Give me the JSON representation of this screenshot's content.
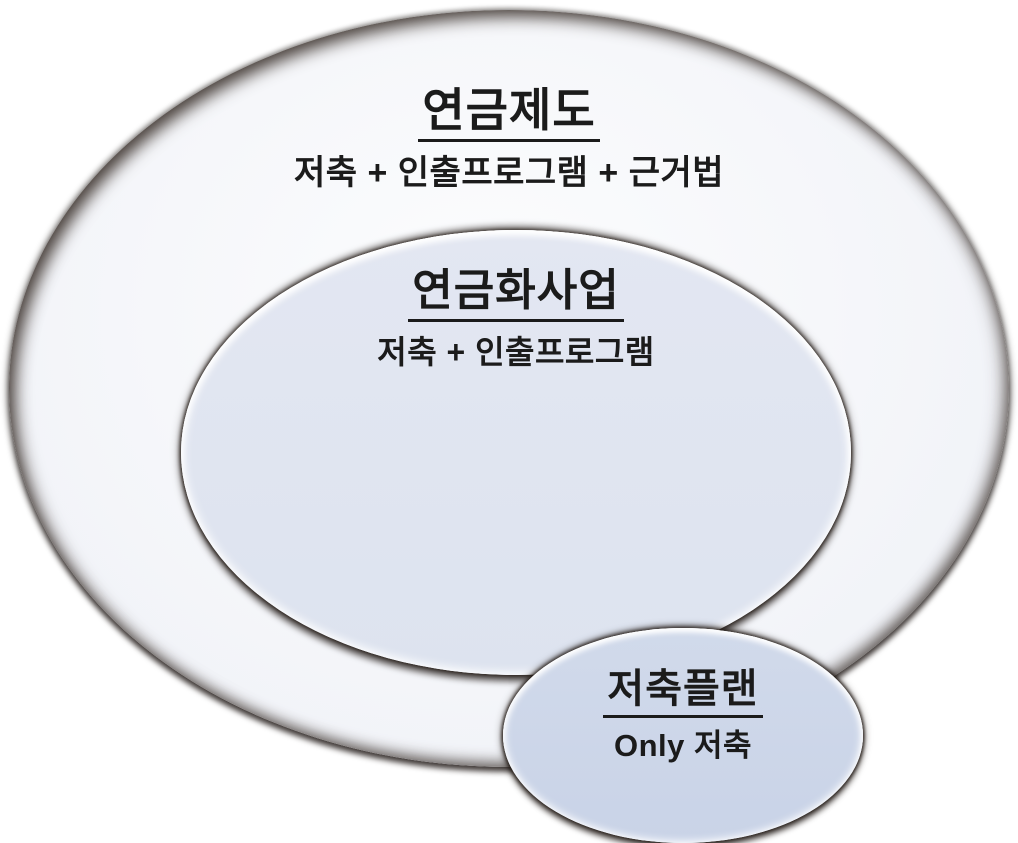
{
  "diagram": {
    "kind": "nested-ellipses",
    "background_color": "#ffffff",
    "edge_color": "#2b221e",
    "text_color": "#1b1b1b",
    "levels": [
      {
        "id": "outer",
        "title": "연금제도",
        "subtitle": "저축 + 인출프로그램 + 근거법",
        "fill_color": "#f4f5f9"
      },
      {
        "id": "middle",
        "title": "연금화사업",
        "subtitle": "저축 + 인출프로그램",
        "fill_color": "#dfe4f0"
      },
      {
        "id": "inner",
        "title": "저축플랜",
        "subtitle": "Only 저축",
        "fill_color": "#cdd6e9"
      }
    ]
  }
}
